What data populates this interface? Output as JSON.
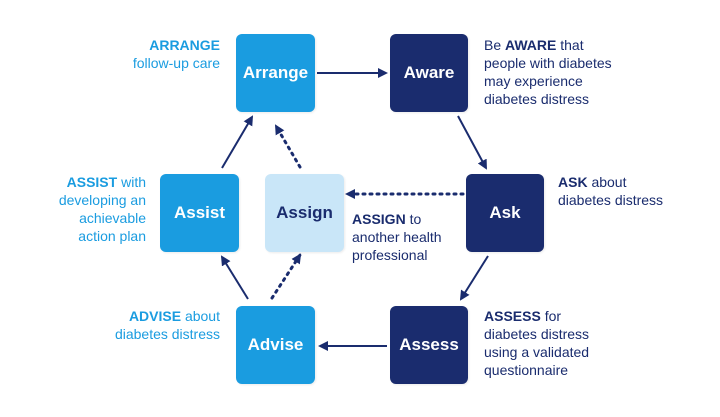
{
  "colors": {
    "light_blue": "#1a9ce0",
    "navy": "#1a2c6e",
    "pale": "#c9e6f8"
  },
  "nodes": {
    "arrange": "Arrange",
    "aware": "Aware",
    "ask": "Ask",
    "assess": "Assess",
    "advise": "Advise",
    "assist": "Assist",
    "assign": "Assign"
  },
  "descriptions": {
    "arrange": {
      "key": "ARRANGE",
      "line1": "follow-up care"
    },
    "aware": {
      "prefix": "Be ",
      "key": "AWARE",
      "suffix": " that",
      "line2": "people with diabetes",
      "line3": "may experience",
      "line4": "diabetes distress"
    },
    "ask": {
      "key": "ASK",
      "suffix": " about",
      "line2": "diabetes distress"
    },
    "assess": {
      "key": "ASSESS",
      "suffix": " for",
      "line2": "diabetes distress",
      "line3": "using a validated",
      "line4": "questionnaire"
    },
    "advise": {
      "key": "ADVISE",
      "suffix": " about",
      "line2": "diabetes distress"
    },
    "assist": {
      "key": "ASSIST",
      "suffix": " with",
      "line2": "developing an",
      "line3": "achievable",
      "line4": "action plan"
    },
    "assign": {
      "key": "ASSIGN",
      "suffix": " to",
      "line2": "another health",
      "line3": "professional"
    }
  }
}
